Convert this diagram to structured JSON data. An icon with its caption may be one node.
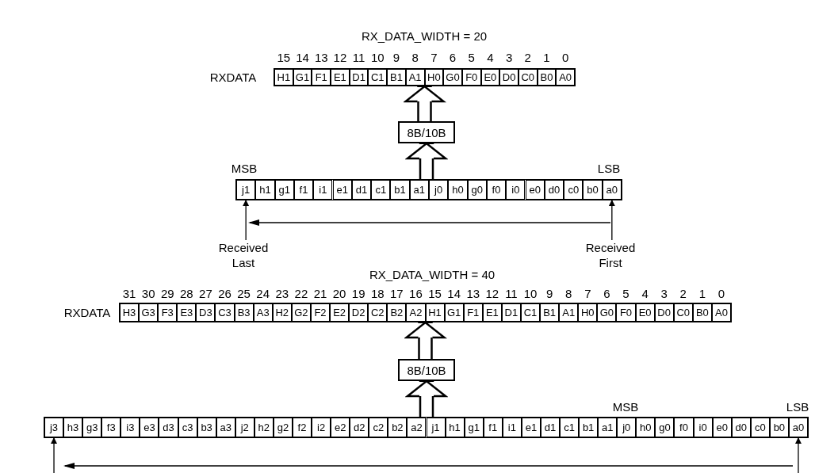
{
  "diagram": {
    "nodes": [
      {
        "text": [],
        "shape": "bar"
      },
      {
        "text": [
          "H1"
        ],
        "in": 0
      },
      {
        "text": [
          "G1"
        ],
        "in": 0
      },
      {
        "text": [
          "F1"
        ],
        "in": 0
      },
      {
        "text": [
          "E1"
        ],
        "in": 0
      },
      {
        "text": [
          "D1"
        ],
        "in": 0
      },
      {
        "text": [
          "C1"
        ],
        "in": 0
      },
      {
        "text": [
          "B1"
        ],
        "in": 0
      },
      {
        "text": [
          "A1"
        ],
        "in": 0
      },
      {
        "text": [
          "H0"
        ],
        "in": 0
      },
      {
        "text": [
          "G0"
        ],
        "in": 0
      },
      {
        "text": [
          "F0"
        ],
        "in": 0
      },
      {
        "text": [
          "E0"
        ],
        "in": 0
      },
      {
        "text": [
          "D0"
        ],
        "in": 0
      },
      {
        "text": [
          "C0"
        ],
        "in": 0
      },
      {
        "text": [
          "B0"
        ],
        "in": 0
      },
      {
        "text": [
          "A0"
        ],
        "in": 0
      },
      {
        "text": [
          "8B/10B"
        ]
      },
      {
        "text": [],
        "shape": "bar"
      },
      {
        "text": [
          "j1"
        ],
        "in": 18
      },
      {
        "text": [
          "h1"
        ],
        "in": 18
      },
      {
        "text": [
          "g1"
        ],
        "in": 18
      },
      {
        "text": [
          "f1"
        ],
        "in": 18
      },
      {
        "text": [
          "i1"
        ],
        "in": 18
      },
      {
        "text": [
          "e1"
        ],
        "in": 18
      },
      {
        "text": [
          "d1"
        ],
        "in": 18
      },
      {
        "text": [
          "c1"
        ],
        "in": 18
      },
      {
        "text": [
          "b1"
        ],
        "in": 18
      },
      {
        "text": [
          "a1"
        ],
        "in": 18
      },
      {
        "text": [
          "j0"
        ],
        "in": 18
      },
      {
        "text": [
          "h0"
        ],
        "in": 18
      },
      {
        "text": [
          "g0"
        ],
        "in": 18
      },
      {
        "text": [
          "f0"
        ],
        "in": 18
      },
      {
        "text": [
          "i0"
        ],
        "in": 18
      },
      {
        "text": [
          "e0"
        ],
        "in": 18
      },
      {
        "text": [
          "d0"
        ],
        "in": 18
      },
      {
        "text": [
          "c0"
        ],
        "in": 18
      },
      {
        "text": [
          "b0"
        ],
        "in": 18
      },
      {
        "text": [
          "a0"
        ],
        "in": 18
      },
      {
        "text": [
          "Received Last"
        ]
      },
      {
        "text": [
          "Received First"
        ]
      },
      {
        "text": [],
        "shape": "bar"
      },
      {
        "text": [
          "H3"
        ],
        "in": 41
      },
      {
        "text": [
          "G3"
        ],
        "in": 41
      },
      {
        "text": [
          "F3"
        ],
        "in": 41
      },
      {
        "text": [
          "E3"
        ],
        "in": 41
      },
      {
        "text": [
          "D3"
        ],
        "in": 41
      },
      {
        "text": [
          "C3"
        ],
        "in": 41
      },
      {
        "text": [
          "B3"
        ],
        "in": 41
      },
      {
        "text": [
          "A3"
        ],
        "in": 41
      },
      {
        "text": [
          "H2"
        ],
        "in": 41
      },
      {
        "text": [
          "G2"
        ],
        "in": 41
      },
      {
        "text": [
          "F2"
        ],
        "in": 41
      },
      {
        "text": [
          "E2"
        ],
        "in": 41
      },
      {
        "text": [
          "D2"
        ],
        "in": 41
      },
      {
        "text": [
          "C2"
        ],
        "in": 41
      },
      {
        "text": [
          "B2"
        ],
        "in": 41
      },
      {
        "text": [
          "A2"
        ],
        "in": 41
      },
      {
        "text": [
          "H1"
        ],
        "in": 41
      },
      {
        "text": [
          "G1"
        ],
        "in": 41
      },
      {
        "text": [
          "F1"
        ],
        "in": 41
      },
      {
        "text": [
          "E1"
        ],
        "in": 41
      },
      {
        "text": [
          "D1"
        ],
        "in": 41
      },
      {
        "text": [
          "C1"
        ],
        "in": 41
      },
      {
        "text": [
          "B1"
        ],
        "in": 41
      },
      {
        "text": [
          "A1"
        ],
        "in": 41
      },
      {
        "text": [
          "H0"
        ],
        "in": 41
      },
      {
        "text": [
          "G0"
        ],
        "in": 41
      },
      {
        "text": [
          "F0"
        ],
        "in": 41
      },
      {
        "text": [
          "E0"
        ],
        "in": 41
      },
      {
        "text": [
          "D0"
        ],
        "in": 41
      },
      {
        "text": [
          "C0"
        ],
        "in": 41
      },
      {
        "text": [
          "B0"
        ],
        "in": 41
      },
      {
        "text": [
          "A0"
        ],
        "in": 41
      },
      {
        "text": [
          "8B/10B"
        ]
      },
      {
        "text": [],
        "shape": "bar"
      },
      {
        "text": [
          "j3"
        ],
        "in": 75
      },
      {
        "text": [
          "h3"
        ],
        "in": 75
      },
      {
        "text": [
          "g3"
        ],
        "in": 75
      },
      {
        "text": [
          "f3"
        ],
        "in": 75
      },
      {
        "text": [
          "i3"
        ],
        "in": 75
      },
      {
        "text": [
          "e3"
        ],
        "in": 75
      },
      {
        "text": [
          "d3"
        ],
        "in": 75
      },
      {
        "text": [
          "c3"
        ],
        "in": 75
      },
      {
        "text": [
          "b3"
        ],
        "in": 75
      },
      {
        "text": [
          "a3"
        ],
        "in": 75
      },
      {
        "text": [
          "j2"
        ],
        "in": 75
      },
      {
        "text": [
          "h2"
        ],
        "in": 75
      },
      {
        "text": [
          "g2"
        ],
        "in": 75
      },
      {
        "text": [
          "f2"
        ],
        "in": 75
      },
      {
        "text": [
          "i2"
        ],
        "in": 75
      },
      {
        "text": [
          "e2"
        ],
        "in": 75
      },
      {
        "text": [
          "d2"
        ],
        "in": 75
      },
      {
        "text": [
          "c2"
        ],
        "in": 75
      },
      {
        "text": [
          "b2"
        ],
        "in": 75
      },
      {
        "text": [
          "a2"
        ],
        "in": 75
      },
      {
        "text": [
          "j1"
        ],
        "in": 75
      },
      {
        "text": [
          "h1"
        ],
        "in": 75
      },
      {
        "text": [
          "g1"
        ],
        "in": 75
      },
      {
        "text": [
          "f1"
        ],
        "in": 75
      },
      {
        "text": [
          "i1"
        ],
        "in": 75
      },
      {
        "text": [
          "e1"
        ],
        "in": 75
      },
      {
        "text": [
          "d1"
        ],
        "in": 75
      },
      {
        "text": [
          "c1"
        ],
        "in": 75
      },
      {
        "text": [
          "b1"
        ],
        "in": 75
      },
      {
        "text": [
          "a1"
        ],
        "in": 75
      },
      {
        "text": [
          "j0"
        ],
        "in": 75
      },
      {
        "text": [
          "h0"
        ],
        "in": 75
      },
      {
        "text": [
          "g0"
        ],
        "in": 75
      },
      {
        "text": [
          "f0"
        ],
        "in": 75
      },
      {
        "text": [
          "i0"
        ],
        "in": 75
      },
      {
        "text": [
          "e0"
        ],
        "in": 75
      },
      {
        "text": [
          "d0"
        ],
        "in": 75
      },
      {
        "text": [
          "c0"
        ],
        "in": 75
      },
      {
        "text": [
          "b0"
        ],
        "in": 75
      },
      {
        "text": [
          "a0"
        ],
        "in": 75
      }
    ],
    "edges": [
      {
        "from": 18,
        "to": 17,
        "arrow": "to",
        "style": "thick"
      },
      {
        "from": 17,
        "to": 0,
        "arrow": "to",
        "style": "thick"
      },
      {
        "from": 39,
        "to": 19,
        "arrow": "to"
      },
      {
        "from": 40,
        "to": 38,
        "arrow": "to"
      },
      {
        "from": 75,
        "to": 74,
        "arrow": "to",
        "style": "thick"
      },
      {
        "from": 74,
        "to": 41,
        "arrow": "to",
        "style": "thick"
      },
      {
        "from": null,
        "to": 76,
        "arrow": "to"
      },
      {
        "from": null,
        "to": 115,
        "arrow": "to"
      }
    ],
    "labels": [
      "RX_DATA_WIDTH = 20",
      "15",
      "14",
      "13",
      "12",
      "11",
      "10",
      "9",
      "8",
      "7",
      "6",
      "5",
      "4",
      "3",
      "2",
      "1",
      "0",
      "RXDATA",
      "MSB",
      "LSB",
      "RX_DATA_WIDTH = 40",
      "31",
      "30",
      "29",
      "28",
      "27",
      "26",
      "25",
      "24",
      "23",
      "22",
      "21",
      "20",
      "19",
      "18",
      "17",
      "16",
      "15",
      "14",
      "13",
      "12",
      "11",
      "10",
      "9",
      "8",
      "7",
      "6",
      "5",
      "4",
      "3",
      "2",
      "1",
      "0",
      "RXDATA",
      "MSB",
      "LSB"
    ]
  }
}
